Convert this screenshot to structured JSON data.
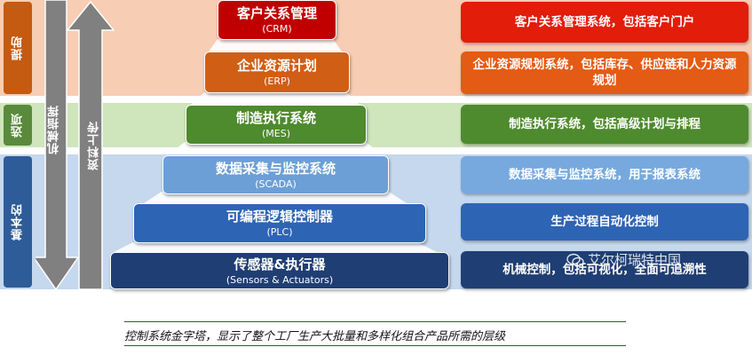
{
  "side_tabs": {
    "top": "提助",
    "mid": "选项",
    "bottom": "基本的"
  },
  "arrows": {
    "down_label": "机械指挥",
    "up_label": "资料上传"
  },
  "layers": [
    {
      "name": "客户关系管理",
      "abbr": "(CRM)",
      "color": "#c00000"
    },
    {
      "name": "企业资源计划",
      "abbr": "(ERP)",
      "color": "#d15e15"
    },
    {
      "name": "制造执行系统",
      "abbr": "(MES)",
      "color": "#4e8a2e"
    },
    {
      "name": "数据采集与监控系统",
      "abbr": "(SCADA)",
      "color": "#6c9fd6"
    },
    {
      "name": "可编程逻辑控制器",
      "abbr": "(PLC)",
      "color": "#2e64b4"
    },
    {
      "name": "传感器&执行器",
      "abbr": "(Sensors & Actuators)",
      "color": "#1f3e73"
    }
  ],
  "descriptions": [
    {
      "text": "客户关系管理系统，包括客户门户",
      "color": "#e21d0a"
    },
    {
      "text": "企业资源规划系统，包括库存、供应链和人力资源规划",
      "color": "#e35b15"
    },
    {
      "text": "制造执行系统，包括高级计划与排程",
      "color": "#4e8a2e"
    },
    {
      "text": "数据采集与监控系统，用于报表系统",
      "color": "#77a9de"
    },
    {
      "text": "生产过程自动化控制",
      "color": "#2e64b4"
    },
    {
      "text": "机械控制，包括可视化，全面可追溯性",
      "color": "#1f3e73"
    }
  ],
  "watermark": "艾尔柯瑞特中国",
  "caption": "控制系统金字塔，显示了整个工厂生产大批量和多样化组合产品所需的层级"
}
